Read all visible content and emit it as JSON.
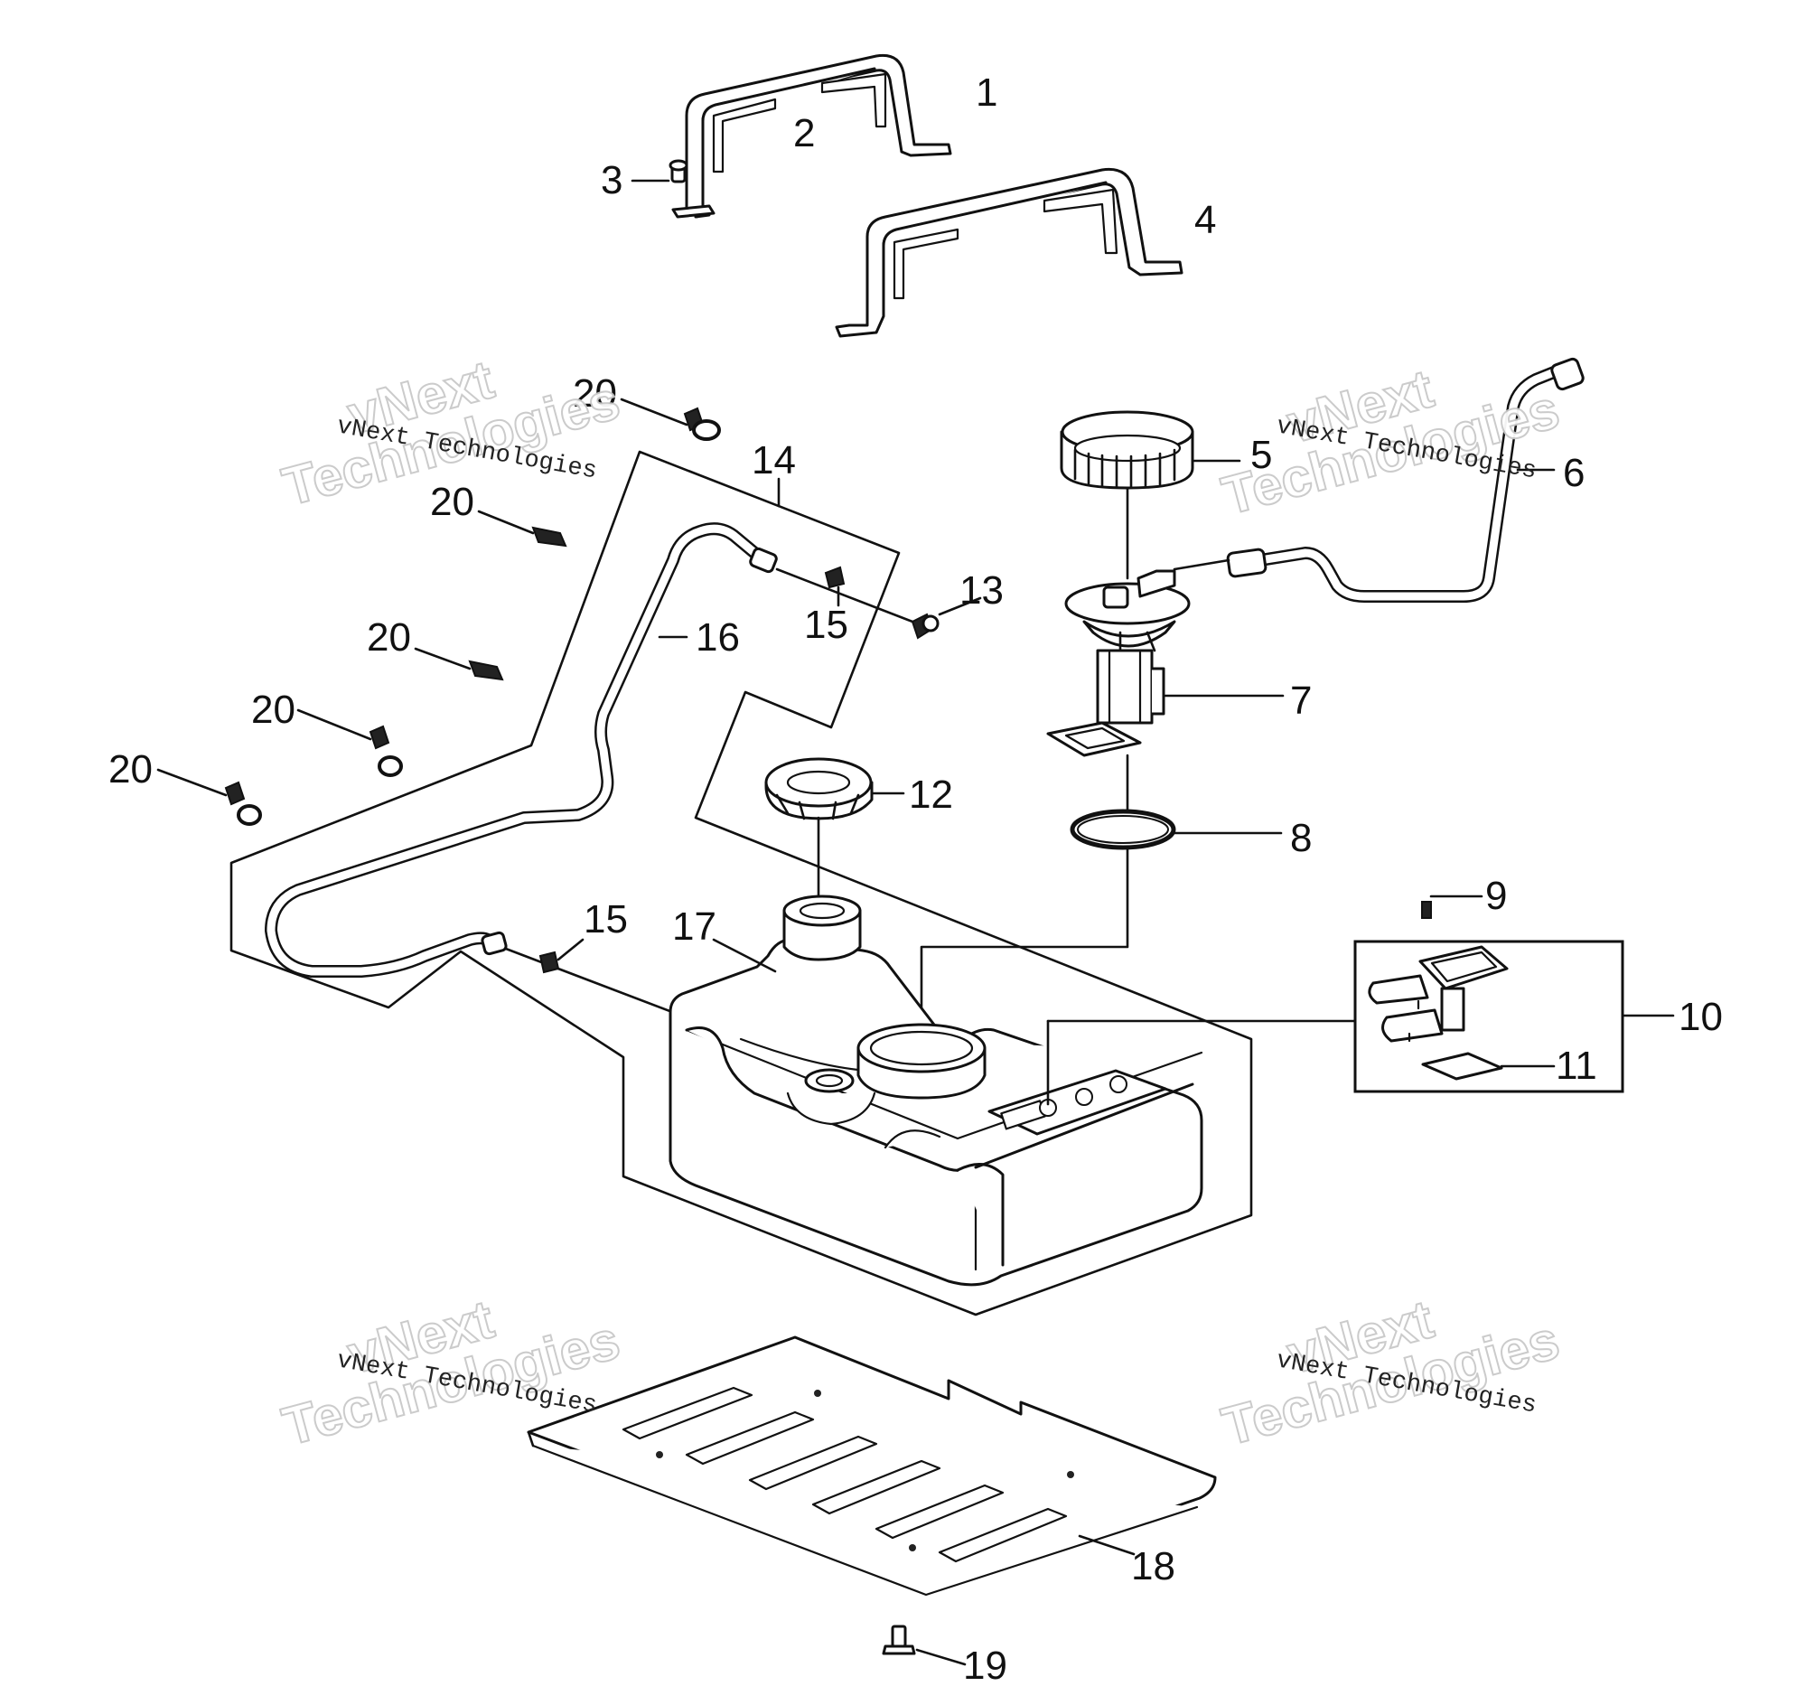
{
  "diagram": {
    "callouts": [
      "1",
      "2",
      "3",
      "4",
      "5",
      "6",
      "7",
      "8",
      "9",
      "10",
      "11",
      "12",
      "13",
      "14",
      "15",
      "16",
      "17",
      "18",
      "19",
      "20"
    ],
    "labels": {
      "n1": "1",
      "n2": "2",
      "n3": "3",
      "n4": "4",
      "n5": "5",
      "n6": "6",
      "n7": "7",
      "n8": "8",
      "n9": "9",
      "n10": "10",
      "n11": "11",
      "n12": "12",
      "n13": "13",
      "n14": "14",
      "n15a": "15",
      "n15b": "15",
      "n16": "16",
      "n17": "17",
      "n18": "18",
      "n19": "19",
      "n20a": "20",
      "n20b": "20",
      "n20c": "20",
      "n20d": "20",
      "n20e": "20"
    }
  },
  "watermarks": [
    {
      "big_line1": "vNext",
      "big_line2": "Technologies",
      "small": "vNext Technologies"
    },
    {
      "big_line1": "vNext",
      "big_line2": "Technologies",
      "small": "vNext Technologies"
    },
    {
      "big_line1": "vNext",
      "big_line2": "Technologies",
      "small": "vNext Technologies"
    },
    {
      "big_line1": "vNext",
      "big_line2": "Technologies",
      "small": "vNext Technologies"
    }
  ]
}
